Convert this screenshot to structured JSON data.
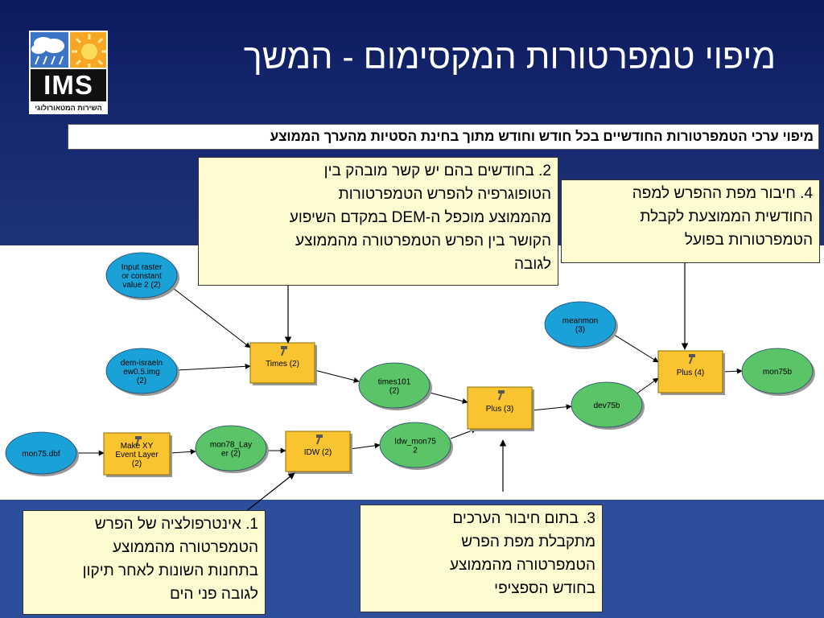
{
  "slide": {
    "title": "מיפוי טמפרטורות המקסימום - המשך",
    "subtitle": "מיפוי ערכי הטמפרטורות החודשיים בכל חודש וחודש מתוך בחינת הסטיות מהערך הממוצע",
    "logo": {
      "text": "IMS",
      "caption": "השירות המטאורולוגי"
    },
    "colors": {
      "input_node": "#1aa2d8",
      "derived_node": "#5cc468",
      "process": "#f9c42f",
      "callout": "#fffbd0"
    }
  },
  "callouts": {
    "c1": {
      "lines": [
        "1. אינטרפולציה של  הפרש",
        "הטמפרטורה מהממוצע",
        "בתחנות השונות לאחר תיקון",
        "לגובה פני הים"
      ]
    },
    "c2": {
      "lines": [
        "2. בחודשים בהם יש קשר מובהק בין",
        "הטופוגרפיה להפרש הטמפרטורות",
        "מהממוצע מוכפל ה-DEM במקדם השיפוע",
        "הקושר בין הפרש הטמפרטורה מהממוצע",
        "לגובה"
      ]
    },
    "c3": {
      "lines": [
        "3. בתום חיבור הערכים",
        "מתקבלת מפת הפרש",
        "הטמפרטורה מהממוצע",
        "בחודש הספציפי"
      ]
    },
    "c4": {
      "lines": [
        "4. חיבור מפת ההפרש למפה",
        "החודשית הממוצעת לקבלת",
        "הטמפרטורות בפועל"
      ]
    }
  },
  "diagram": {
    "nodes": [
      {
        "id": "input2",
        "kind": "input",
        "lines": [
          "Input raster",
          "or constant",
          "value 2 (2)"
        ]
      },
      {
        "id": "dem",
        "kind": "input",
        "lines": [
          "dem-israeln",
          "ew0.5.img",
          "(2)"
        ]
      },
      {
        "id": "mon75dbf",
        "kind": "input",
        "lines": [
          "mon75.dbf"
        ]
      },
      {
        "id": "meanmon",
        "kind": "input",
        "lines": [
          "meanmon",
          "(3)"
        ]
      },
      {
        "id": "makexy",
        "kind": "process",
        "lines": [
          "Make XY",
          "Event Layer",
          "(2)"
        ]
      },
      {
        "id": "mon78",
        "kind": "derived",
        "lines": [
          "mon78_Lay",
          "er (2)"
        ]
      },
      {
        "id": "idw",
        "kind": "process",
        "lines": [
          "IDW (2)"
        ]
      },
      {
        "id": "idwmon",
        "kind": "derived",
        "lines": [
          "Idw_mon75",
          "2"
        ]
      },
      {
        "id": "times",
        "kind": "process",
        "lines": [
          "Times (2)"
        ]
      },
      {
        "id": "times101",
        "kind": "derived",
        "lines": [
          "times101",
          "(2)"
        ]
      },
      {
        "id": "plus3",
        "kind": "process",
        "lines": [
          "Plus (3)"
        ]
      },
      {
        "id": "dev75b",
        "kind": "derived",
        "lines": [
          "dev75b"
        ]
      },
      {
        "id": "plus4",
        "kind": "process",
        "lines": [
          "Plus (4)"
        ]
      },
      {
        "id": "mon75b",
        "kind": "derived",
        "lines": [
          "mon75b"
        ]
      }
    ]
  }
}
